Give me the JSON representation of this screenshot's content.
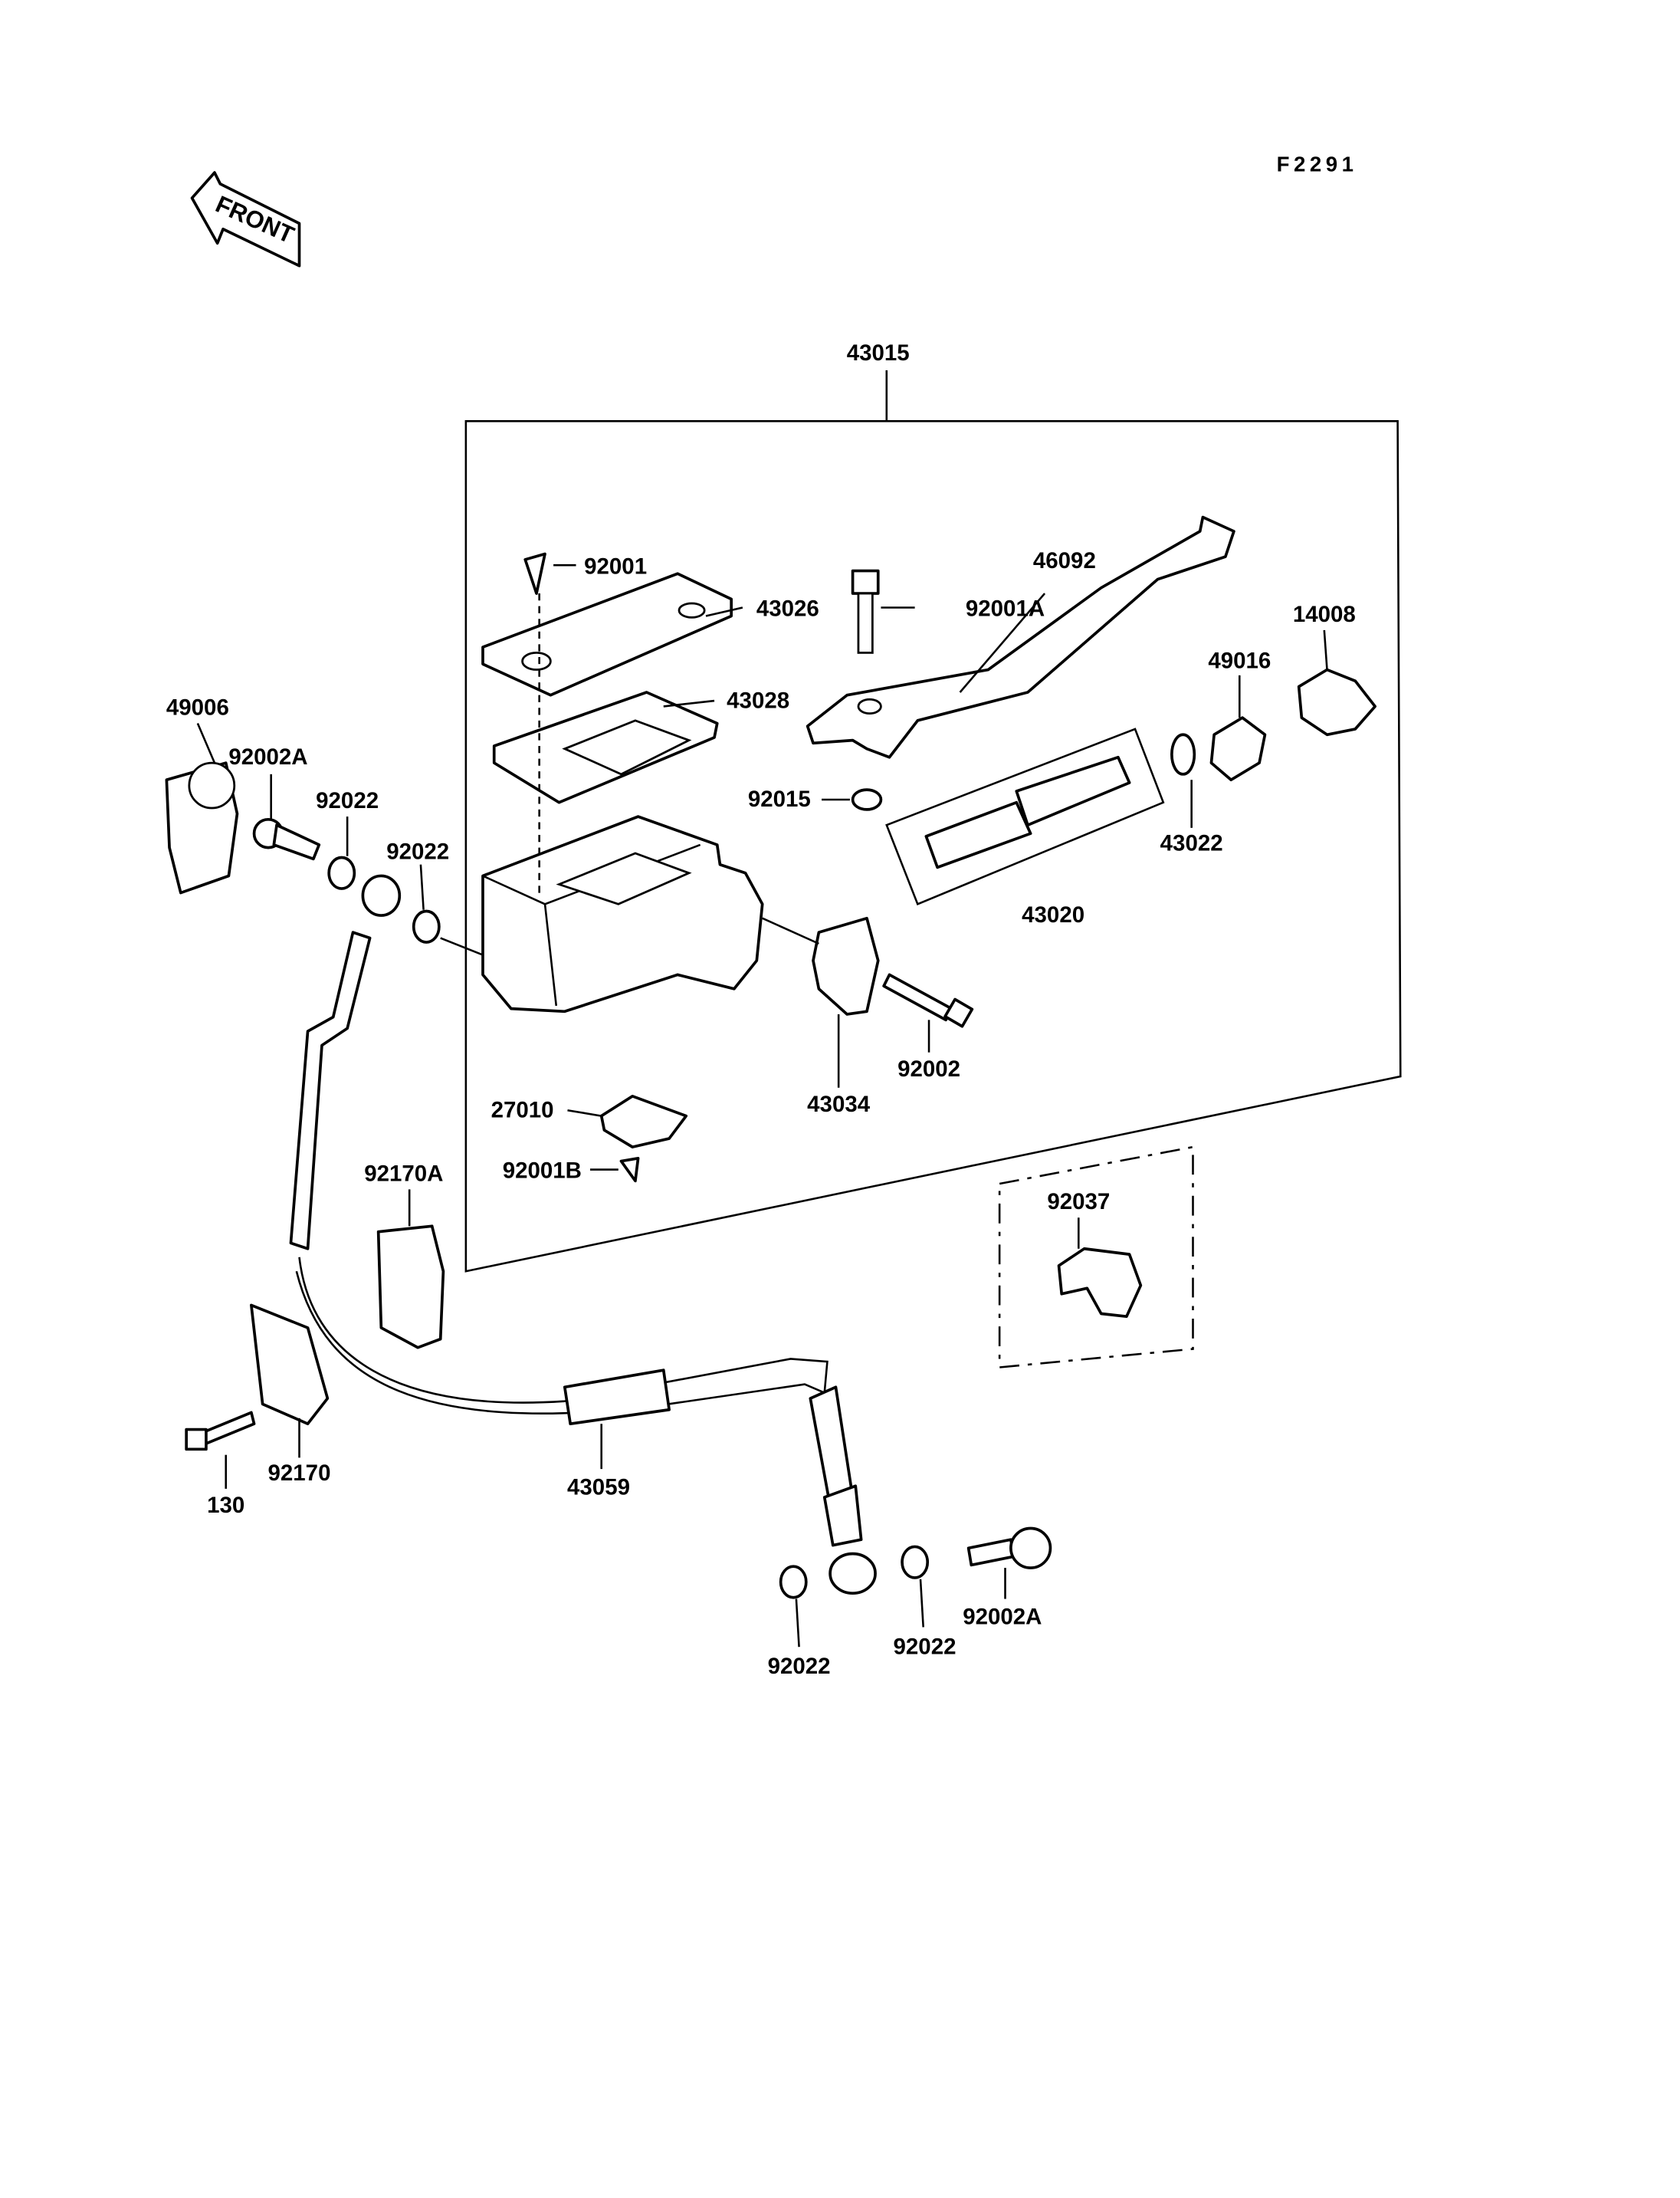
{
  "diagram": {
    "figure_code": "F2291",
    "front_arrow_text": "FRONT",
    "assembly_label": "43015",
    "parts": {
      "p92001": "92001",
      "p43026": "43026",
      "p92001A": "92001A",
      "p46092": "46092",
      "p14008": "14008",
      "p49016": "49016",
      "p43028": "43028",
      "p49006": "49006",
      "p92002A_top": "92002A",
      "p92022_a": "92022",
      "p92022_b": "92022",
      "p92015": "92015",
      "p43022": "43022",
      "p43020": "43020",
      "p92002": "92002",
      "p43034": "43034",
      "p27010": "27010",
      "p92001B": "92001B",
      "p92170A": "92170A",
      "p92037": "92037",
      "p92170": "92170",
      "p130": "130",
      "p43059": "43059",
      "p92022_c": "92022",
      "p92022_d": "92022",
      "p92002A_bottom": "92002A"
    }
  }
}
